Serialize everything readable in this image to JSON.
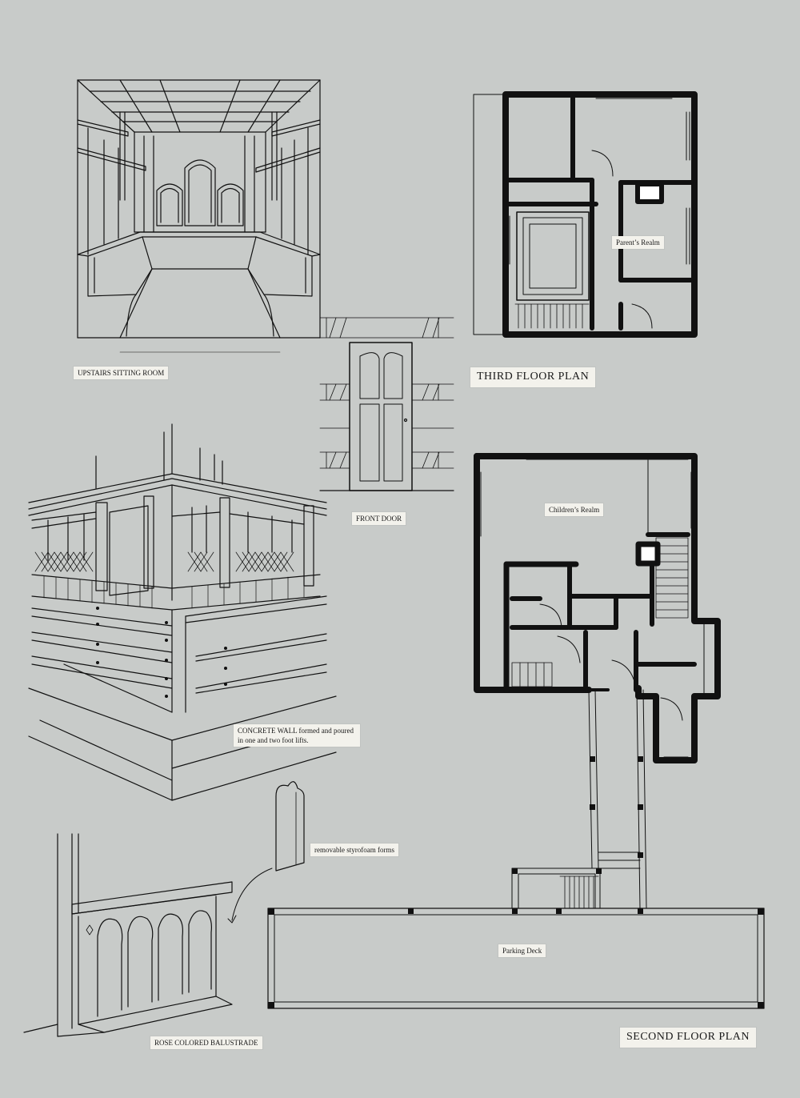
{
  "labels": {
    "upstairs_sitting_room": "UPSTAIRS SITTING ROOM",
    "third_floor_plan": "THIRD FLOOR PLAN",
    "parents_realm": "Parent’s Realm",
    "front_door": "FRONT DOOR",
    "childrens_realm": "Children’s Realm",
    "concrete_wall": "CONCRETE WALL   formed and poured in one and two foot lifts.",
    "removable_forms": "removable styrofoam forms",
    "rose_balustrade": "ROSE COLORED BALUSTRADE",
    "parking_deck": "Parking Deck",
    "second_floor_plan": "SECOND FLOOR PLAN"
  },
  "colors": {
    "paper": "#c8cbc9",
    "ink": "#111111",
    "label_bg": "#f3f2ec"
  }
}
